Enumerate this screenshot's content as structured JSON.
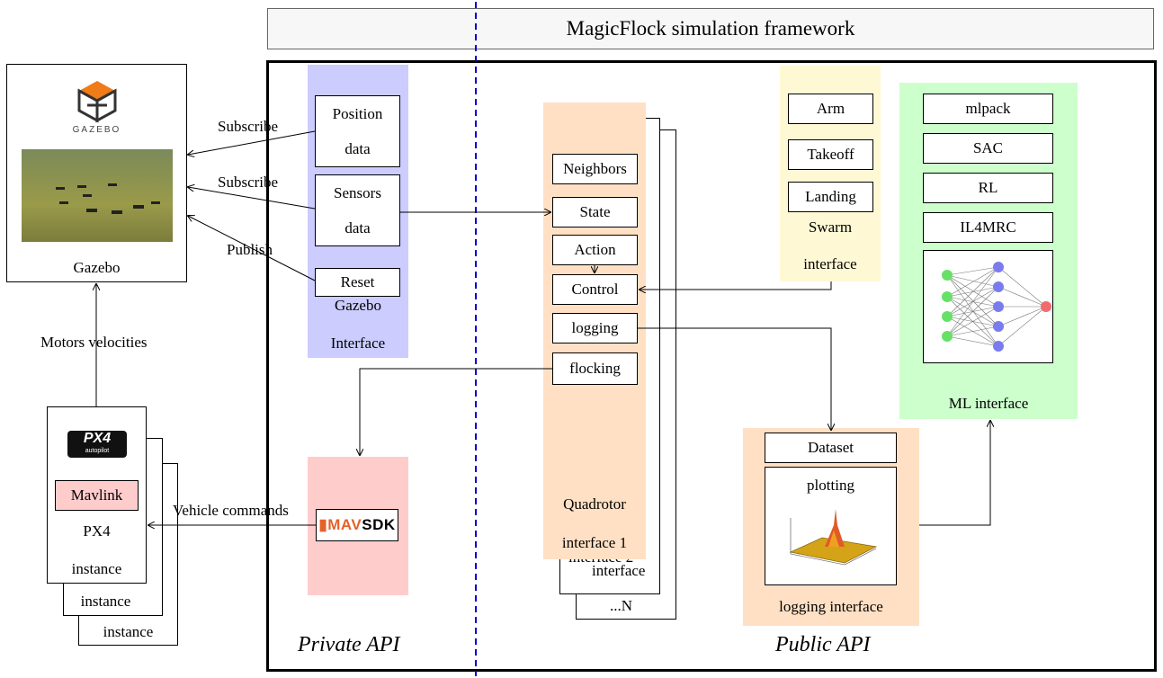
{
  "title": "MagicFlock simulation framework",
  "gazebo": {
    "logo_text": "GAZEBO",
    "label": "Gazebo"
  },
  "edges": {
    "subscribe_1": "Subscribe",
    "subscribe_2": "Subscribe",
    "publish": "Publish",
    "motors": "Motors velocities",
    "vehicle_cmds": "Vehicle commands"
  },
  "px4": {
    "logo_line1": "PX4",
    "logo_line2": "autopilot",
    "mavlink": "Mavlink",
    "label_line1": "PX4",
    "label_line2": "instance",
    "instance_2": "instance",
    "instance_3": "instance"
  },
  "gazebo_interface": {
    "position_line1": "Position",
    "position_line2": "data",
    "sensors_line1": "Sensors",
    "sensors_line2": "data",
    "reset": "Reset",
    "label_line1": "Gazebo",
    "label_line2": "Interface"
  },
  "mavsdk": {
    "logo_text": "MAVSDK",
    "logo_prefix": "MAV",
    "logo_suffix": "SDK"
  },
  "quadrotor": {
    "items": [
      "Neighbors",
      "State",
      "Action",
      "Control",
      "logging",
      "flocking"
    ],
    "label_line1": "Quadrotor",
    "label_line2": "interface 1",
    "back_label_2": "interface 2",
    "back_label_2b": "interface",
    "back_label_n": "...N"
  },
  "swarm": {
    "items": [
      "Arm",
      "Takeoff",
      "Landing"
    ],
    "label_line1": "Swarm",
    "label_line2": "interface"
  },
  "ml": {
    "items": [
      "mlpack",
      "SAC",
      "RL",
      "IL4MRC"
    ],
    "label": "ML  interface"
  },
  "logging_interface": {
    "dataset": "Dataset",
    "plotting": "plotting",
    "label": "logging  interface"
  },
  "api": {
    "private": "Private API",
    "public": "Public API"
  },
  "colors": {
    "gazebo_interface_bg": "#ccccff",
    "mavsdk_bg": "#ffcccc",
    "quadrotor_bg": "#ffe0c4",
    "swarm_bg": "#fff8d4",
    "ml_bg": "#ccffcc",
    "logging_bg": "#ffe0c4",
    "mavlink_bg": "#ffcccc",
    "divider": "#0000cc",
    "gazebo_logo": "#f07b19",
    "nn_input": "#66e066",
    "nn_hidden": "#7b7bf0",
    "nn_output": "#f06b6b"
  }
}
